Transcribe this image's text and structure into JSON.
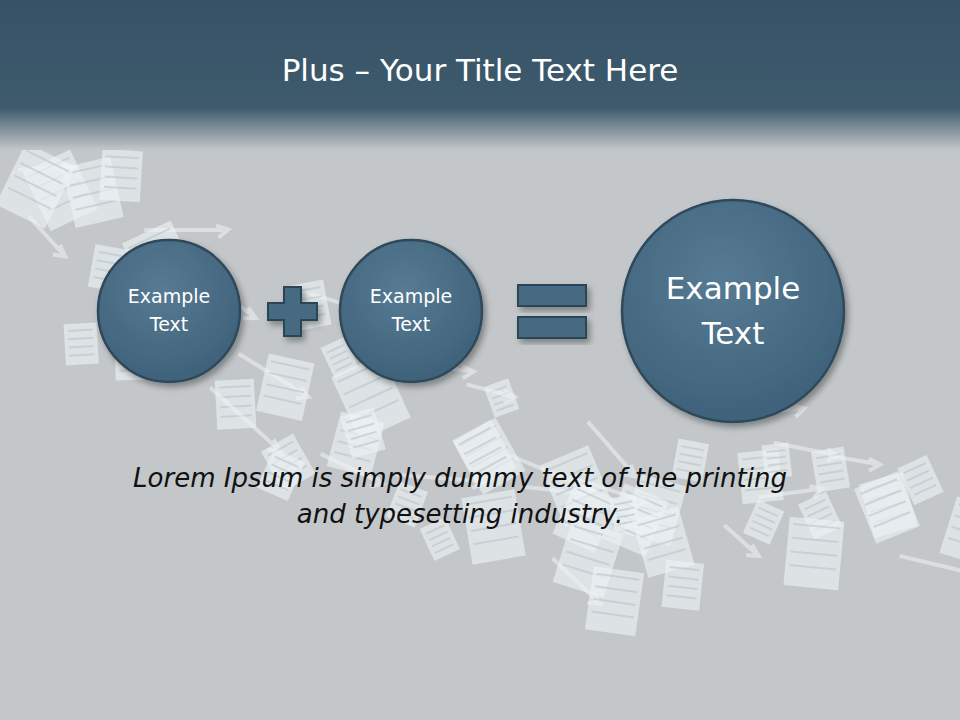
{
  "diagram": {
    "title": "Plus – Your Title Text Here",
    "caption": "Lorem Ipsum is simply dummy text of the printing and typesetting industry.",
    "nodes": [
      {
        "text": [
          "Example Text"
        ]
      },
      {
        "text": [
          "Example Text"
        ]
      },
      {
        "text": [
          "Example Text"
        ]
      }
    ]
  }
}
